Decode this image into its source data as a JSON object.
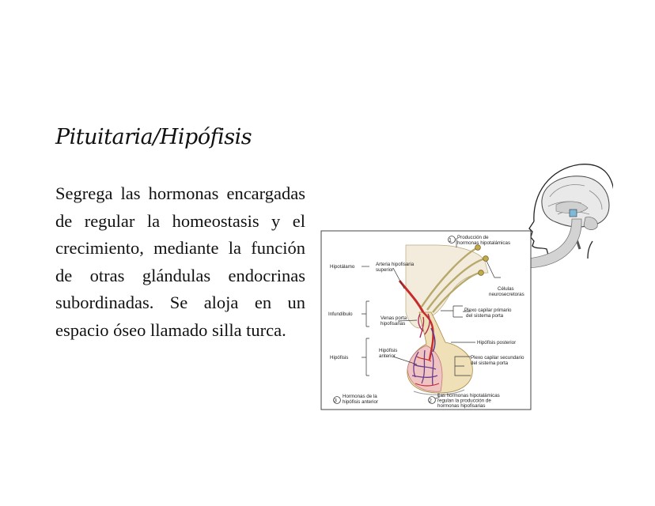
{
  "title": "Pituitaria/Hipófisis",
  "paragraph": "Segrega las hormonas encargadas de regular la homeostasis y el crecimiento, mediante la función de otras glándulas endocrinas subordinadas. Se aloja en un espacio óseo llamado silla turca.",
  "figure": {
    "labels": {
      "hipotalamo": "Hipotálamo",
      "infundibulo": "Infundíbulo",
      "hipofisis": "Hipófisis",
      "arteria_1": "Arteria hipofisaria",
      "arteria_2": "superior",
      "venas_1": "Venas porta",
      "venas_2": "hipofisarias",
      "hip_ant_1": "Hipófisis",
      "hip_ant_2": "anterior",
      "produccion_1": "Producción de",
      "produccion_2": "hormonas hipotalámicas",
      "celulas_1": "Células",
      "celulas_2": "neurosecretoras",
      "plexo1_1": "Plexo capilar primario",
      "plexo1_2": "del sistema porta",
      "hip_post": "Hipófisis posterior",
      "plexo2_1": "Plexo capilar secundario",
      "plexo2_2": "del sistema porta",
      "hormonas_1": "Hormonas de la",
      "hormonas_2": "hipófisis anterior",
      "regulan_1": "Las hormonas hipotalámicas",
      "regulan_2": "regulan la producción de",
      "regulan_3": "hormonas hipofisarias",
      "num1": "1",
      "num2": "2",
      "num3": "3"
    }
  }
}
